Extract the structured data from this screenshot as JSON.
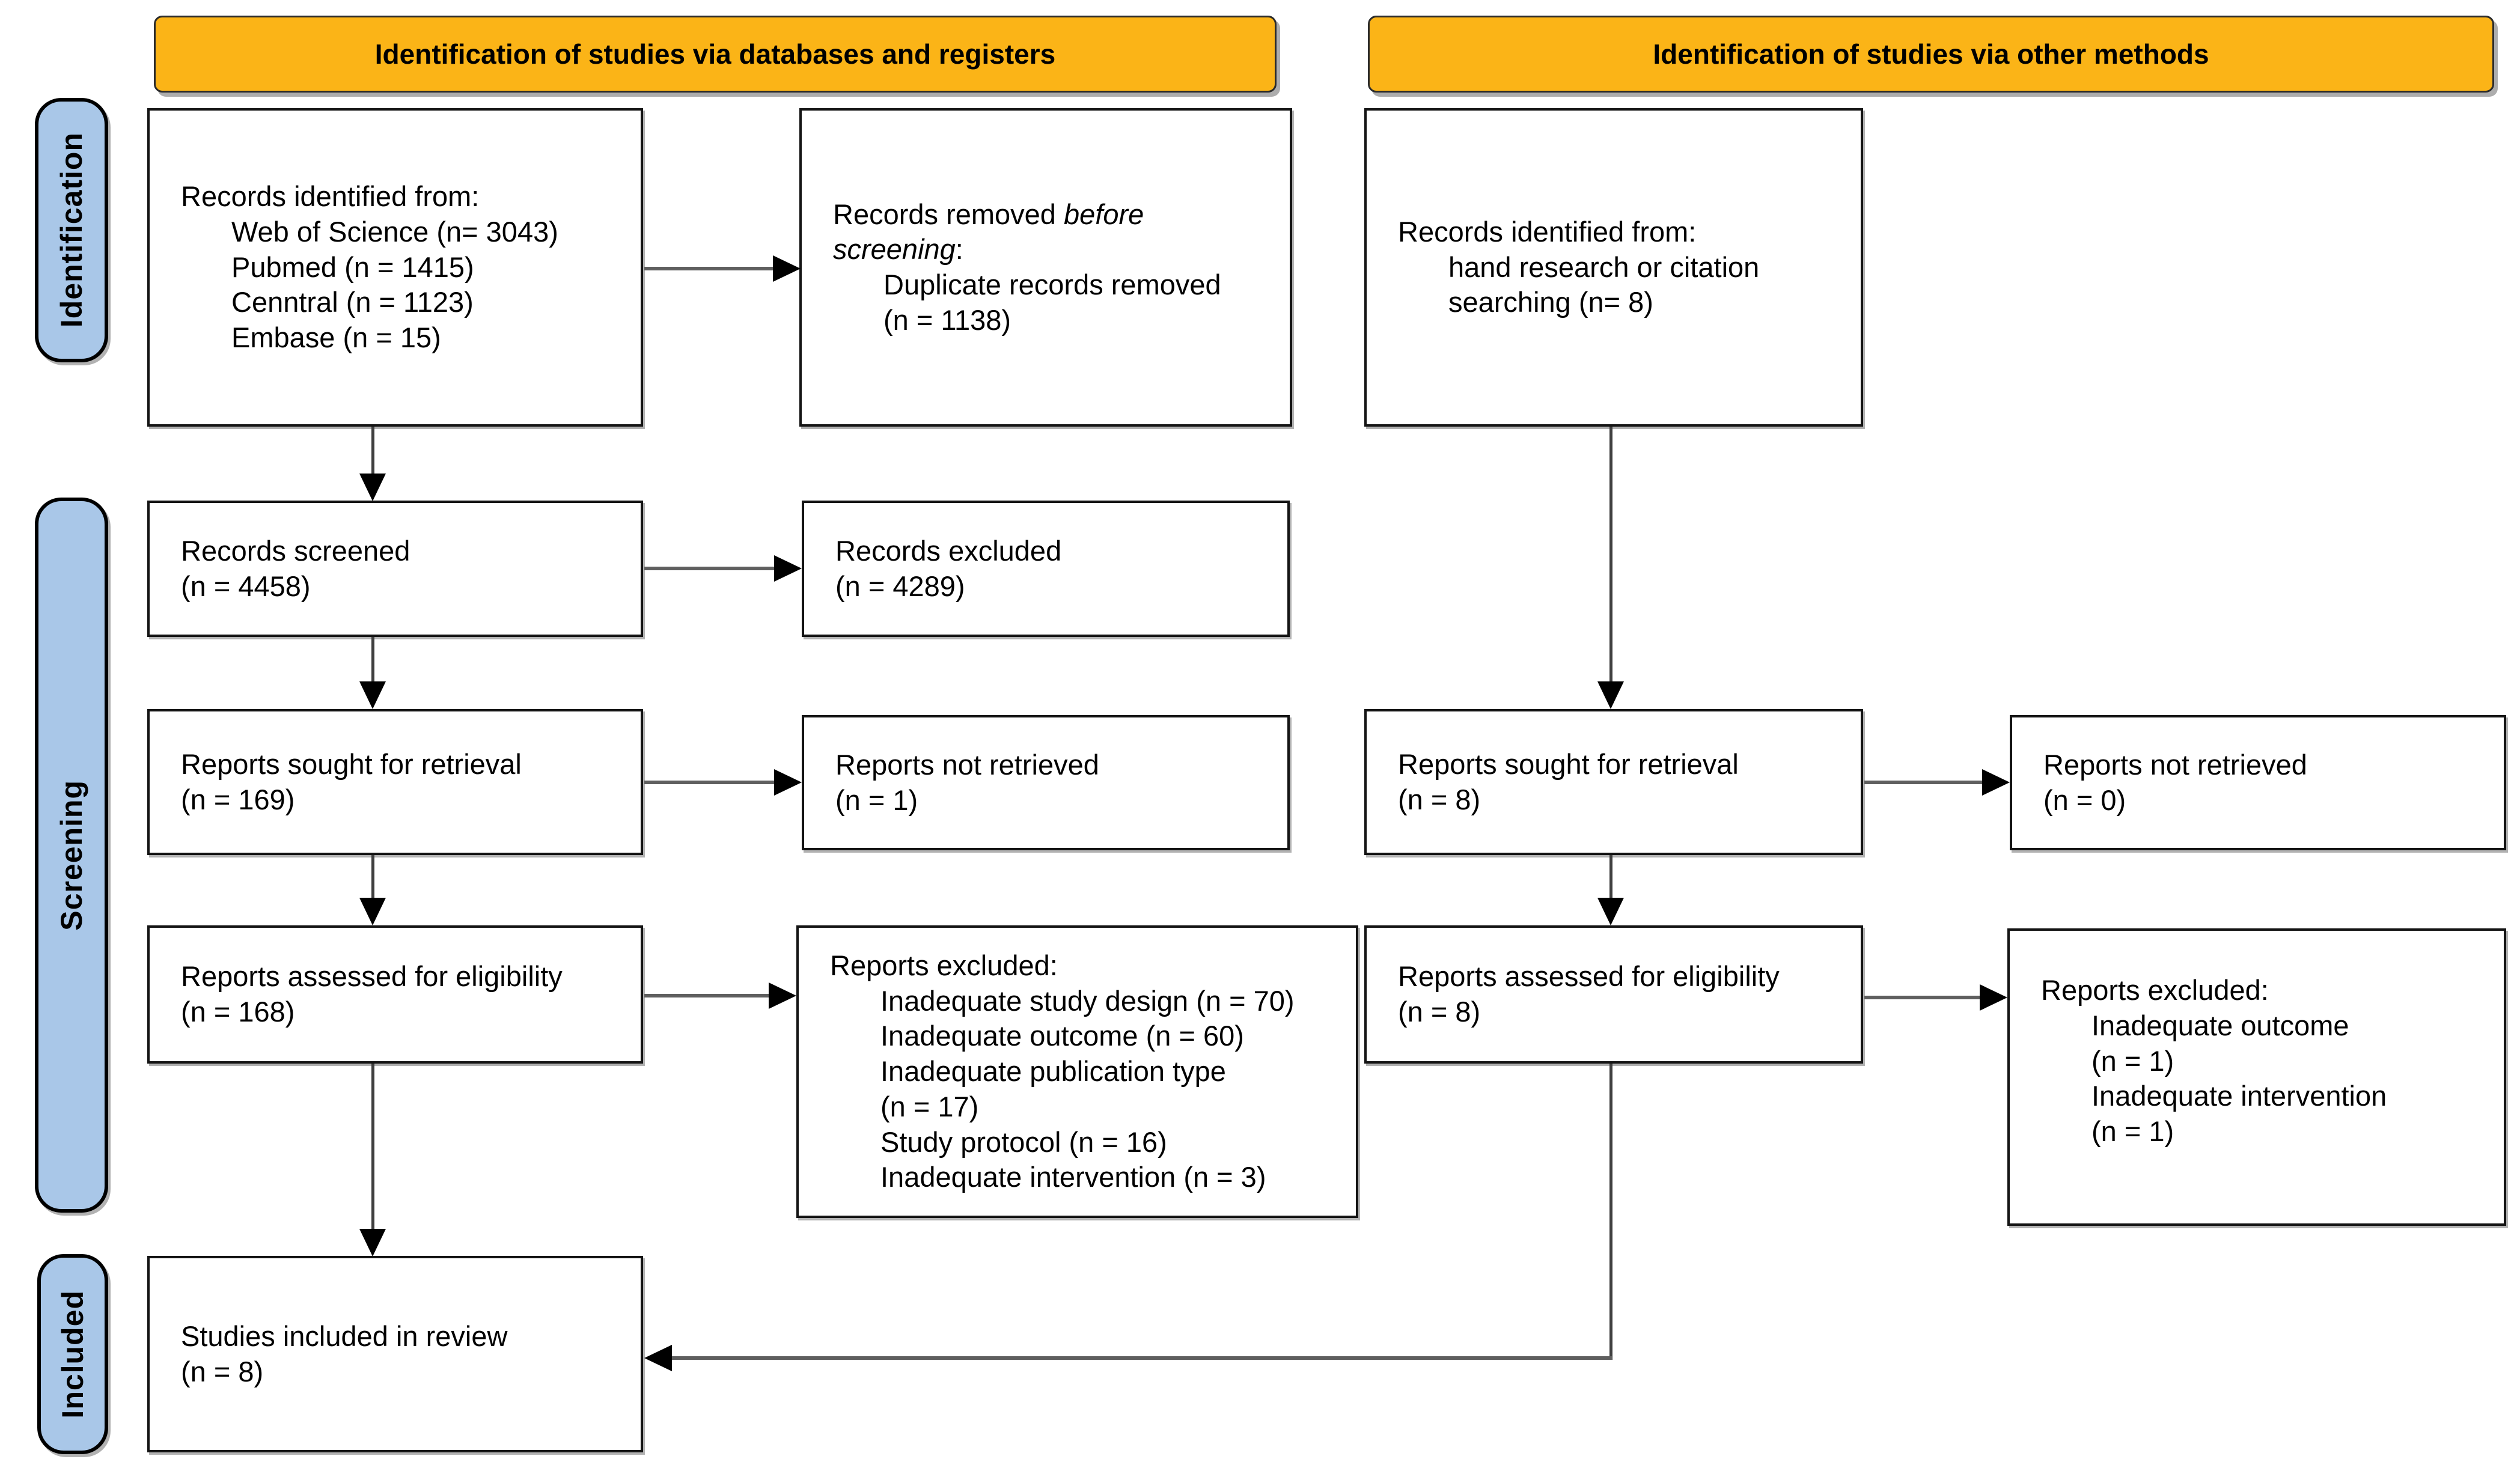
{
  "banners": {
    "left": "Identification of studies via databases and registers",
    "right": "Identification of studies via other methods"
  },
  "stage_labels": {
    "identification": "Identification",
    "screening": "Screening",
    "included": "Included"
  },
  "colors": {
    "banner_fill": "#FBB417",
    "stage_fill": "#A9C7E8",
    "box_border": "#141414"
  },
  "boxes": {
    "db_identified": {
      "l1": "Records identified from:",
      "l2": "Web of Science (n= 3043)",
      "l3": "Pubmed (n = 1415)",
      "l4": "Cenntral (n = 1123)",
      "l5": "Embase (n = 15)"
    },
    "removed": {
      "l1a": "Records removed ",
      "l1b": "before",
      "l2a": "screening",
      "l2b": ":",
      "l3": "Duplicate records removed",
      "l4": "(n = 1138)"
    },
    "other_identified": {
      "l1": "Records identified from:",
      "l2": "hand research or citation",
      "l3": "searching (n= 8)"
    },
    "screened": {
      "l1": "Records screened",
      "l2": "(n = 4458)"
    },
    "rec_excluded": {
      "l1": "Records excluded",
      "l2": "(n = 4289)"
    },
    "sought_db": {
      "l1": "Reports sought for retrieval",
      "l2": "(n = 169)"
    },
    "not_retrieved_db": {
      "l1": "Reports not retrieved",
      "l2": "(n = 1)"
    },
    "sought_other": {
      "l1": "Reports sought for retrieval",
      "l2": "(n = 8)"
    },
    "not_retrieved_other": {
      "l1": "Reports not retrieved",
      "l2": "(n = 0)"
    },
    "assessed_db": {
      "l1": "Reports assessed for eligibility",
      "l2": "(n = 168)"
    },
    "rep_excluded_db": {
      "l1": "Reports excluded:",
      "l2": "Inadequate study design (n = 70)",
      "l3": "Inadequate outcome (n = 60)",
      "l4": "Inadequate publication type",
      "l5": "(n = 17)",
      "l6": "Study protocol (n = 16)",
      "l7": "Inadequate intervention (n = 3)"
    },
    "assessed_other": {
      "l1": "Reports assessed for eligibility",
      "l2": "(n = 8)"
    },
    "rep_excluded_other": {
      "l1": "Reports excluded:",
      "l2": "Inadequate outcome",
      "l3": "(n = 1)",
      "l4": "Inadequate intervention",
      "l5": "(n = 1)"
    },
    "included_box": {
      "l1": "Studies included in review",
      "l2": "(n = 8)"
    }
  }
}
